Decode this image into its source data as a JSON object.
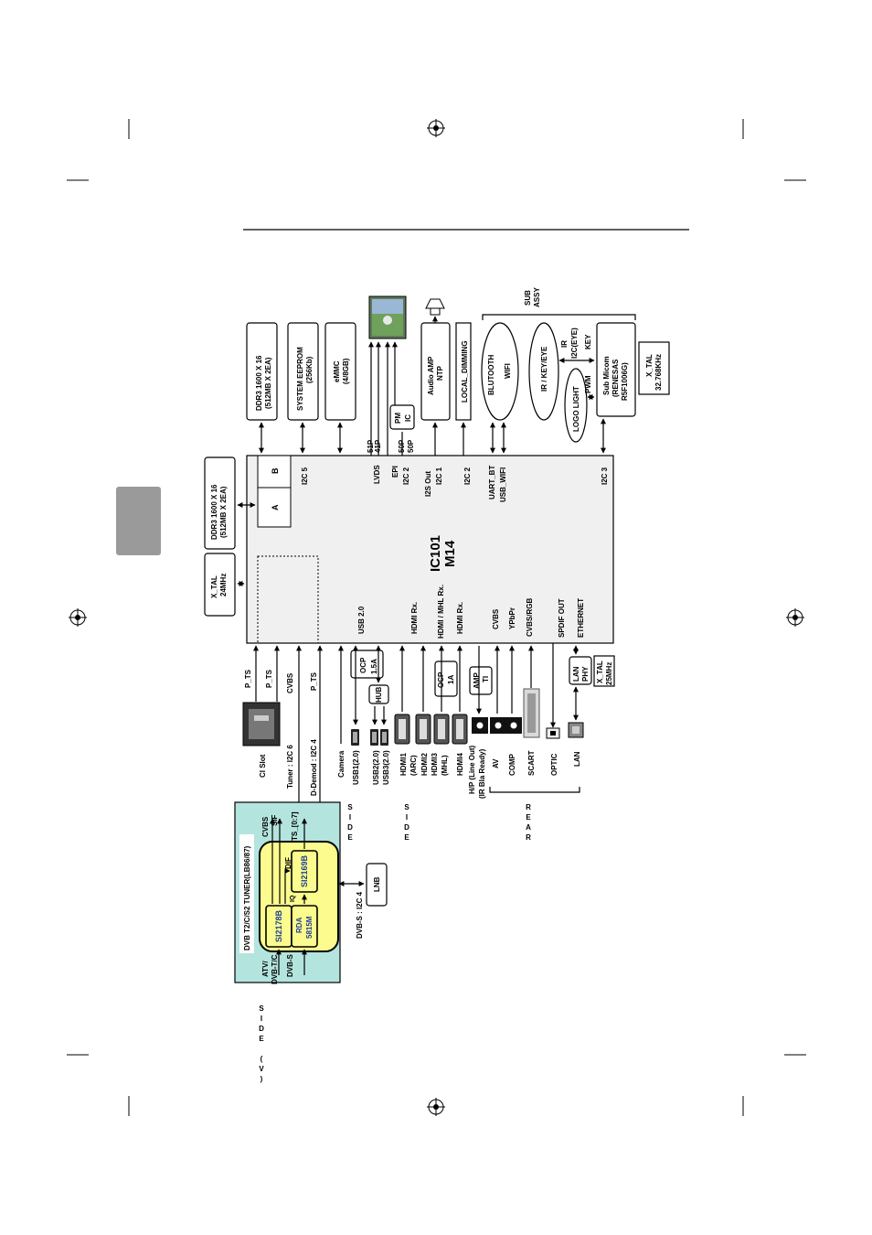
{
  "ic": {
    "name": "IC101",
    "model": "M14"
  },
  "ic_ports": {
    "a": "A",
    "b": "B",
    "i2c5": "I2C 5",
    "lvds": "LVDS",
    "epi": "EPI",
    "i2c2a": "I2C 2",
    "i2s_out": "I2S Out",
    "i2c1": "I2C 1",
    "i2c2b": "I2C 2",
    "uart_bt": "UART_BT",
    "usb_wifi": "USB_WIFI",
    "i2c3": "I2C 3",
    "usb20": "USB 2.0",
    "hdmi_rx1": "HDMI Rx.",
    "hdmi_mhl_rx": "HDMI / MHL Rx.",
    "hdmi_rx2": "HDMI Rx.",
    "cvbs": "CVBS",
    "ypbpr": "YPbPr",
    "cvbs_rgb": "CVBS/RGB",
    "spdif_out": "SPDIF OUT",
    "ethernet": "ETHERNET"
  },
  "top_blocks": {
    "ddr_b": {
      "line1": "DDR3 1600 X 16",
      "line2": "(512MB X 2EA)"
    },
    "eeprom": {
      "line1": "SYSTEM EEPROM",
      "line2": "(256Kb)"
    },
    "emmc": {
      "line1": "eMMC",
      "line2": "(4/8GB)"
    },
    "lvds_pins_a": "51P",
    "lvds_pins_b": "41P",
    "epi_pins_a": "50P",
    "epi_pins_b": "50P",
    "pmic_a": "PM",
    "pmic_b": "IC",
    "audio_amp": {
      "line1": "Audio AMP",
      "line2": "NTP"
    },
    "local_dimming": "LOCAL_DIMMING",
    "bt_wifi": {
      "line1": "BLUTOOTH",
      "line2": "WIFI"
    },
    "sub_assy": {
      "line1": "SUB",
      "line2": "ASSY"
    },
    "ir_key_eye": "IR / KEY/EYE",
    "logo_light": "LOGO LIGHT",
    "ir": "IR",
    "i2c_eye": "I2C(EYE)",
    "key": "KEY",
    "pwm": "PWM",
    "sub_micom": {
      "line1": "Sub Micom",
      "line2": "(RENESAS",
      "line3": "R5F1006G)"
    },
    "xtal_sub": {
      "line1": "X_TAL",
      "line2": "32.768KHz"
    }
  },
  "left_blocks": {
    "ddr_a": {
      "line1": "DDR3 1600 X 16",
      "line2": "(512MB X 2EA)"
    },
    "xtal_main": {
      "line1": "X_TAL",
      "line2": "24MHz"
    }
  },
  "bottom_signals": {
    "p_ts1": "P_TS",
    "p_ts2": "P_TS",
    "cvbs": "CVBS",
    "p_ts3": "P_TS",
    "ocp15": {
      "line1": "OCP",
      "line2": "1.5A"
    },
    "hub": "HUB",
    "ocp1": {
      "line1": "OCP",
      "line2": "1A"
    },
    "amp_ti": {
      "line1": "AMP",
      "line2": "TI"
    },
    "lan_phy": {
      "line1": "LAN",
      "line2": "PHY"
    },
    "xtal_lan": {
      "line1": "X_TAL",
      "line2": "25MHz"
    }
  },
  "connectors": {
    "ci_slot": "CI Slot",
    "tuner_i2c6": "Tuner : I2C 6",
    "ddemod_i2c4": "D-Demod : I2C 4",
    "camera": "Camera",
    "usb1": "USB1(2.0)",
    "usb2": "USB2(2.0)",
    "usb3": "USB3(2.0)",
    "hdmi1": "HDMI1",
    "hdmi1_arc": "(ARC)",
    "hdmi2": "HDMI2",
    "hdmi3": "HDMI3",
    "hdmi3_mhl": "(MHL)",
    "hdmi4": "HDMI4",
    "hp_line": "H/P (Line Out)",
    "ir_blaster": "(IR Bla Ready)",
    "av": "AV",
    "comp": "COMP",
    "scart": "SCART",
    "optic": "OPTIC",
    "lan": "LAN"
  },
  "side_labels": {
    "side_usb": "SIDE",
    "side_hdmi": "SIDE",
    "rear": "REAR",
    "side_v": "SIDE (V)"
  },
  "tuner": {
    "title": "DVB T2/C/S2 TUNER(LB86/87)",
    "si2178b": "SI2178B",
    "si2169b": "SI2169B",
    "rda": "RDA",
    "rda_model": "5815M",
    "cvbs": "CVBS",
    "sif": "SIF",
    "ts": "TS_[0:7]",
    "dif": "DIF",
    "iq": "IQ",
    "atv": "ATV/",
    "dvbtc": "DVB-T/C",
    "dvbs": "DVB-S",
    "dvbs_i2c4": "DVB-S : I2C 4",
    "lnb": "LNB"
  },
  "colors": {
    "ic_fill": "#f0f0f0",
    "tuner_bg": "#b4e4de",
    "chip_fill": "#fbfb8e",
    "tab_gray": "#9a9a9a",
    "chip_text": "#1f3f8f"
  }
}
